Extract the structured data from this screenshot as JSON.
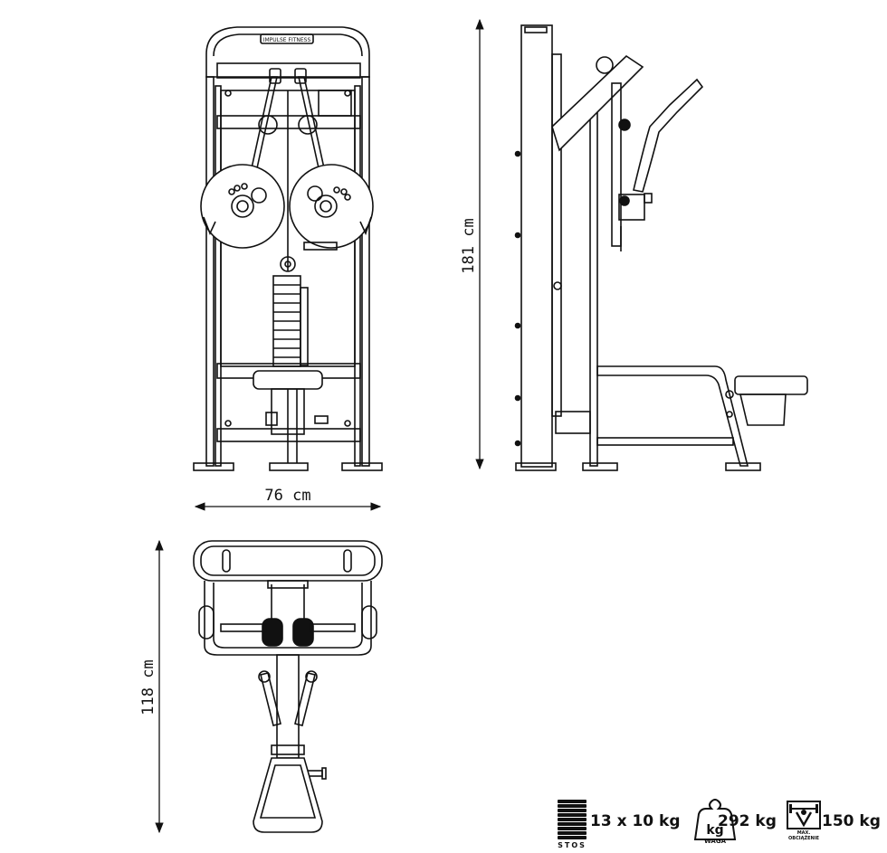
{
  "dimensions": {
    "width": "76 cm",
    "height": "181 cm",
    "depth": "118 cm"
  },
  "specs": [
    {
      "icon": "weight-stack-icon",
      "value": "13 x 10 kg",
      "caption": "STOS"
    },
    {
      "icon": "kg-weight-icon",
      "value": "292 kg",
      "caption": "WAGA",
      "icon_text": "kg"
    },
    {
      "icon": "max-load-icon",
      "value": "150 kg",
      "caption": "MAX. OBCIĄŻENIE"
    }
  ],
  "brand_plate": "IMPULSE FITNESS"
}
